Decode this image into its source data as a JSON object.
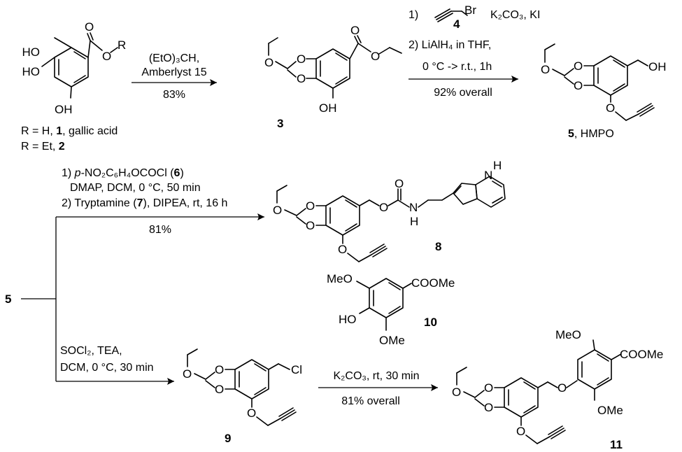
{
  "compounds": {
    "gallic": {
      "oh_top": "HO",
      "oh_left": "HO",
      "oh_bottom": "OH",
      "ester_o": "O",
      "ester_r": "R",
      "carbonyl_o": "O",
      "def1_prefix": "R = H, ",
      "def1_num": "1",
      "def1_suffix": ", gallic acid",
      "def2_prefix": "R = Et, ",
      "def2_num": "2"
    },
    "c3": {
      "o_acetal_top": "O",
      "o_acetal_bottom": "O",
      "o_ethoxy": "O",
      "o_carbonyl": "O",
      "o_ester": "O",
      "oh": "OH",
      "label": "3"
    },
    "c5": {
      "o_acetal_top": "O",
      "o_acetal_bottom": "O",
      "o_ethoxy": "O",
      "oh": "OH",
      "o_propargyl": "O",
      "label": "5",
      "label_suffix": ", HMPO"
    },
    "c8": {
      "o_acetal_top": "O",
      "o_acetal_bottom": "O",
      "o_ethoxy": "O",
      "o_carbamate": "O",
      "o_carbonyl": "O",
      "nh": "N",
      "nh_h": "H",
      "indole_nh": "N",
      "indole_h": "H",
      "o_propargyl": "O",
      "label": "8"
    },
    "c9": {
      "o_acetal_top": "O",
      "o_acetal_bottom": "O",
      "o_ethoxy": "O",
      "cl": "Cl",
      "o_propargyl": "O",
      "label": "9"
    },
    "c10": {
      "meo": "MeO",
      "ho": "HO",
      "ome": "OMe",
      "coome": "COOMe",
      "label": "10"
    },
    "c11": {
      "o_acetal_top": "O",
      "o_acetal_bottom": "O",
      "o_ethoxy": "O",
      "o_link": "O",
      "meo": "MeO",
      "ome": "OMe",
      "coome": "COOMe",
      "o_propargyl": "O",
      "label": "11"
    },
    "c5_branch": {
      "label": "5"
    },
    "reagent4": {
      "step": "1)",
      "br": "Br",
      "num": "4",
      "conditions": "K₂CO₃, KI"
    }
  },
  "reactions": {
    "step1": {
      "line1": "(EtO)₃CH,",
      "line2": "Amberlyst 15",
      "yield": "83%"
    },
    "step2": {
      "line2": "2) LiAlH₄ in THF,",
      "line3": "0 °C -> r.t., 1h",
      "yield": "92% overall"
    },
    "step3": {
      "line1_a": "1) ",
      "line1_b": "p",
      "line1_c": "-NO₂C₆H₄OCOCl (",
      "line1_num": "6",
      "line1_d": ")",
      "line2": "DMAP, DCM, 0 °C, 50 min",
      "line3_a": "2) Tryptamine (",
      "line3_num": "7",
      "line3_b": "), DIPEA, rt, 16 h",
      "yield": "81%"
    },
    "step4": {
      "line1": "SOCl₂, TEA,",
      "line2": "DCM, 0 °C, 30 min"
    },
    "step5": {
      "line1": "K₂CO₃, rt, 30 min",
      "yield": "81% overall"
    }
  }
}
